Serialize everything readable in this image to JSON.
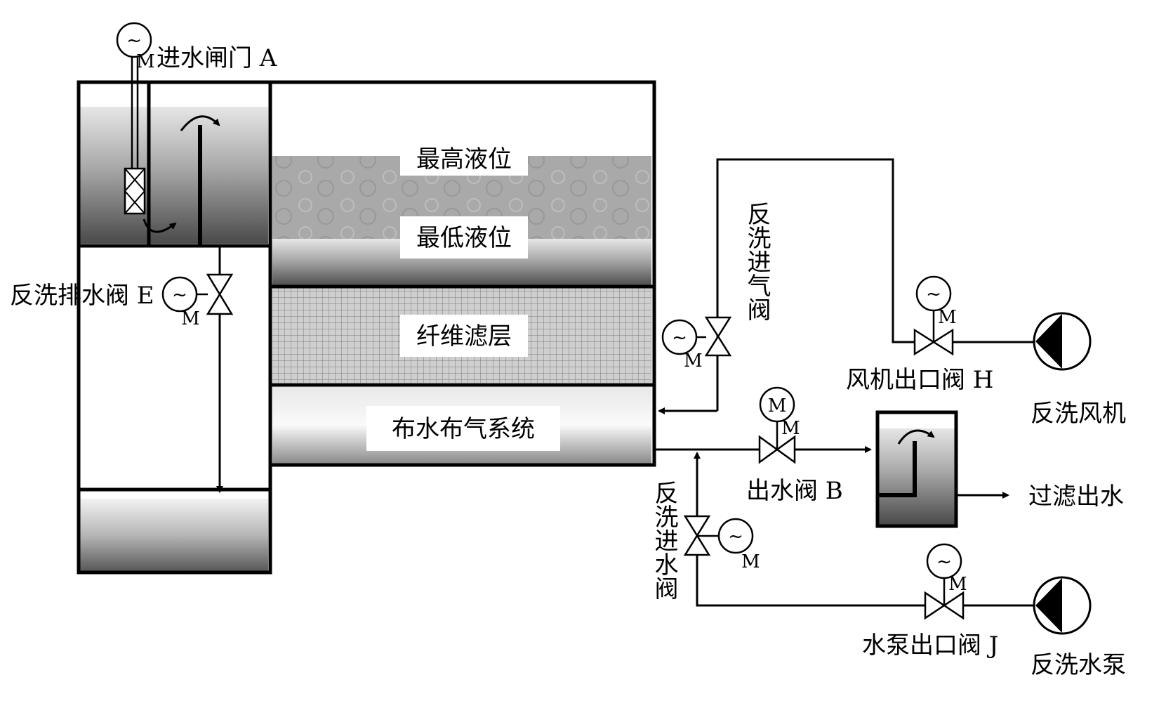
{
  "labels": {
    "inlet_gate": "进水闸门 A",
    "backwash_drain_valve": "反洗排水阀 E",
    "max_level": "最高液位",
    "min_level": "最低液位",
    "fiber_layer": "纤维滤层",
    "distribution_system": "布水布气系统",
    "backwash_air_inlet_valve": "反洗进气阀",
    "blower_outlet_valve": "风机出口阀 H",
    "backwash_blower": "反洗风机",
    "outlet_valve": "出水阀 B",
    "filtered_effluent": "过滤出水",
    "backwash_water_inlet_valve": "反洗进水阀",
    "pump_outlet_valve": "水泵出口阀 J",
    "backwash_pump": "反洗水泵",
    "motor_letter": "M",
    "motor_tilde": "~"
  },
  "colors": {
    "line": "#000000",
    "water_top": "#dcdcdc",
    "water_bottom": "#5a5a5a",
    "fiber_fill": "#bdbdbd",
    "label_box": "#ffffff"
  }
}
